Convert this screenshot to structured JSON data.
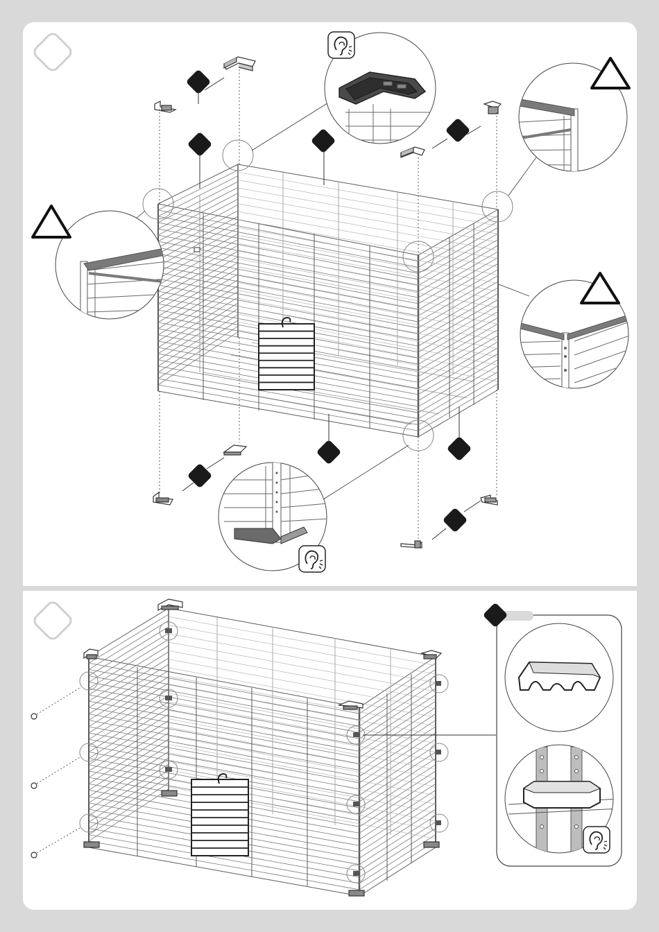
{
  "steps": [
    {
      "id": 1,
      "number": ""
    },
    {
      "id": 2,
      "number": ""
    }
  ],
  "colors": {
    "background": "#d9d9d9",
    "panel": "#ffffff",
    "line": "#555555",
    "dark_part": "#333333",
    "mid_part": "#6f6f6f",
    "badge": "#1a1a1a"
  },
  "icons": {
    "step_badge": "diamond-step-icon",
    "callout": "diamond-callout-icon",
    "warning": "warning-triangle-icon",
    "audible_click": "ear-click-icon"
  },
  "cage_main": {
    "bar_fraction": 1.0
  }
}
